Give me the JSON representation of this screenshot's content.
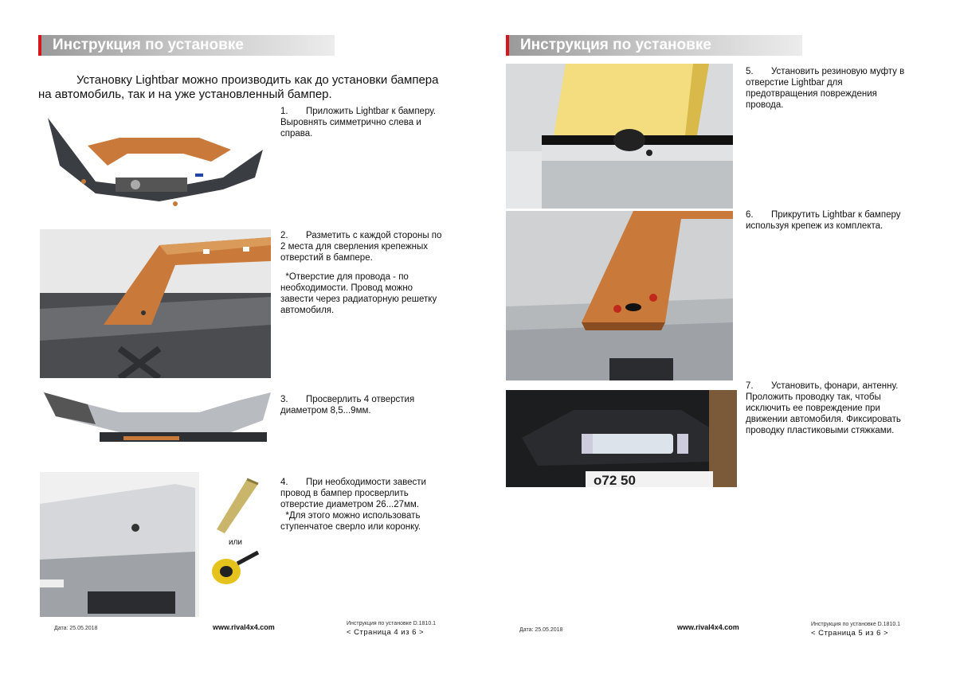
{
  "header_title": "Инструкция по установке",
  "left": {
    "intro": "Установку Lightbar можно производить как до установки бампера на автомобиль, так и на уже установленный бампер.",
    "steps": [
      "1.       Приложить Lightbar к бамперу. Выровнять симметрично слева и справа.",
      "2.       Разметить с каждой стороны по 2 места для сверления крепежных отверстий в бампере.",
      "  *Отверстие для провода - по необходимости. Провод можно завести через радиаторную решетку автомобиля.",
      "3.       Просверлить 4 отверстия диаметром 8,5...9мм.",
      "4.       При необходимости завести провод в бампер просверлить отверстие диаметром 26...27мм.\n  *Для этого можно использовать ступенчатое сверло или коронку."
    ],
    "or_label": "или",
    "date": "Дата: 25.05.2018",
    "url": "www.rival4x4.com",
    "doc": "Инструкция по установке D.1810.1",
    "page_nav": "<  Страница  4  из  6  >"
  },
  "right": {
    "steps": [
      "5.       Установить резиновую муфту в отверстие Lightbar для предотвращения повреждения провода.",
      "6.       Прикрутить Lightbar к бамперу используя крепеж из комплекта.",
      "7.       Установить, фонари, антенну. Проложить проводку так, чтобы исключить ее повреждение при движении автомобиля. Фиксировать проводку пластиковыми стяжками."
    ],
    "plate_text": "о72  50",
    "date": "Дата: 25.05.2018",
    "url": "www.rival4x4.com",
    "doc": "Инструкция по установке D.1810.1",
    "page_nav": "<  Страница  5  из  6  >"
  },
  "colors": {
    "accent": "#d7161c",
    "orange": "#c97a3a"
  }
}
